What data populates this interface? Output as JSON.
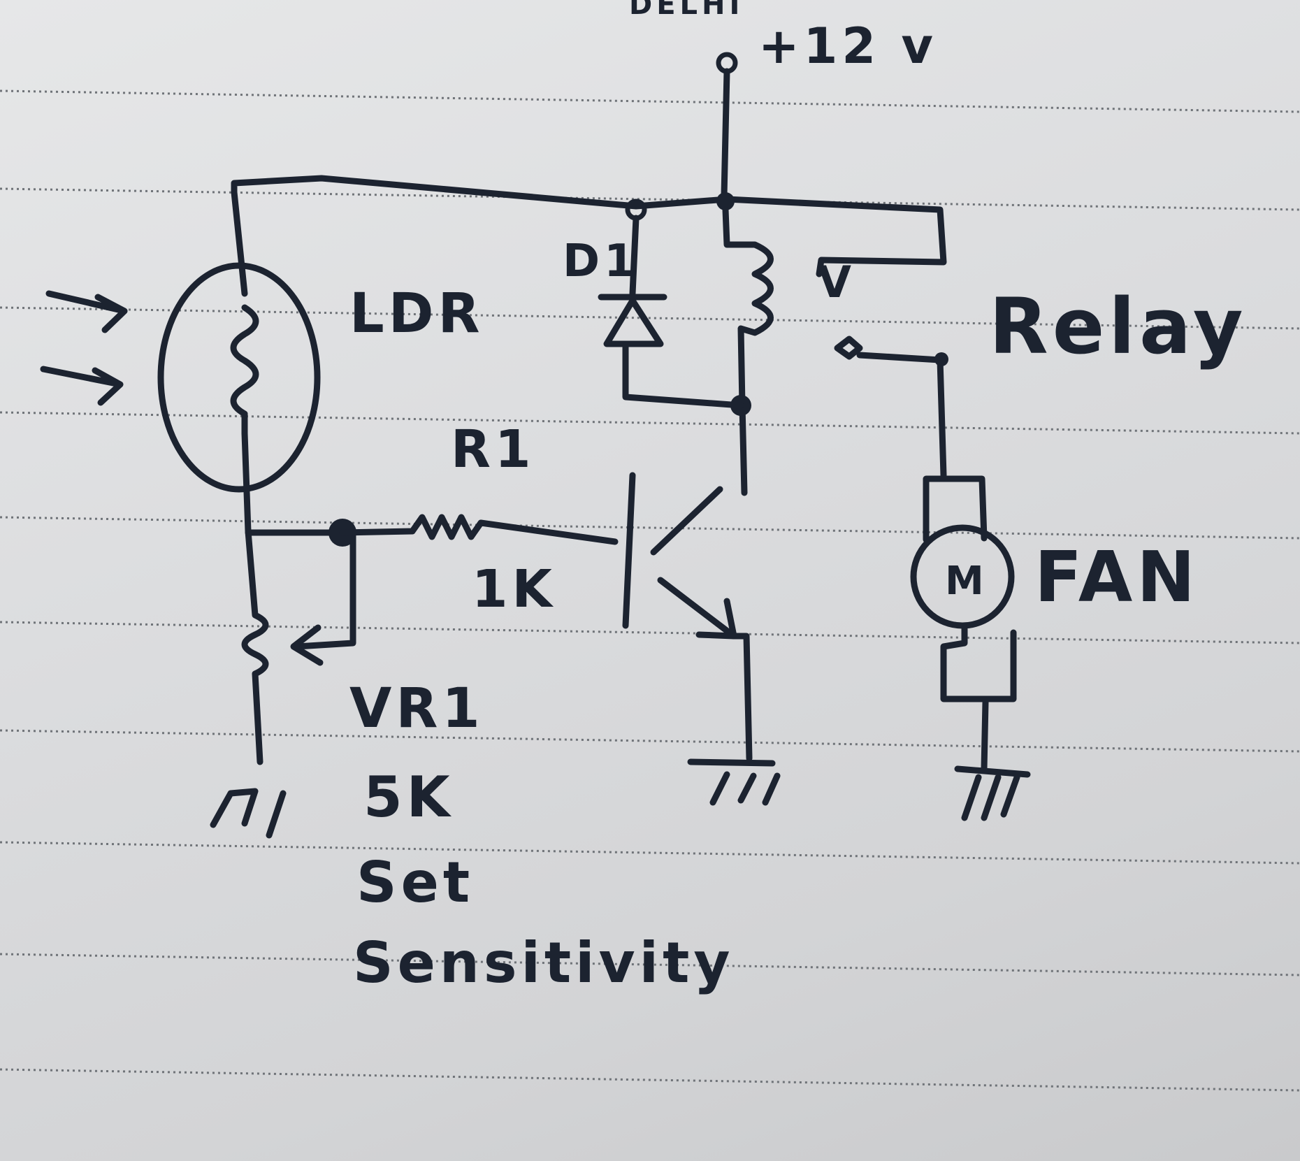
{
  "labels": {
    "top_cut_text": "DELHI",
    "supply": "+12 v",
    "diode": "D1",
    "ldr": "LDR",
    "relay": "Relay",
    "relay_contact": "V",
    "r1": "R1",
    "r1_value": "1K",
    "fan": "FAN",
    "motor": "M",
    "vr1": "VR1",
    "vr1_value": "5K",
    "note_line1": "Set",
    "note_line2": "Sensitivity"
  },
  "colors": {
    "paper": "#dcdddf",
    "ink": "#1c2330",
    "rule": "#6f7378"
  }
}
